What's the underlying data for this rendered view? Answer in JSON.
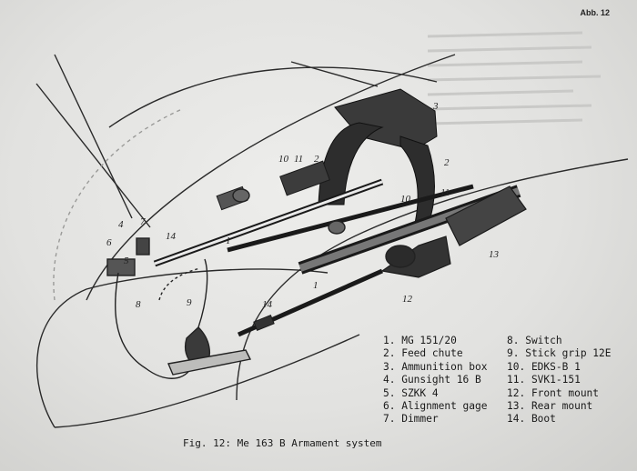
{
  "page_number": "Abb. 12",
  "caption": "Fig. 12: Me 163 B Armament system",
  "legend": {
    "left": [
      "1. MG 151/20",
      "2. Feed chute",
      "3. Ammunition box",
      "4. Gunsight 16 B",
      "5. SZKK 4",
      "6. Alignment gage",
      "7. Dimmer"
    ],
    "right": [
      "8. Switch",
      "9. Stick grip 12E",
      "10. EDKS-B 1",
      "11. SVK1-151",
      "12. Front mount",
      "13. Rear mount",
      "14. Boot"
    ]
  },
  "callouts": [
    "1",
    "1",
    "2",
    "2",
    "3",
    "4",
    "5",
    "6",
    "7",
    "8",
    "9",
    "10",
    "10",
    "11",
    "11",
    "12",
    "13",
    "14",
    "14"
  ]
}
